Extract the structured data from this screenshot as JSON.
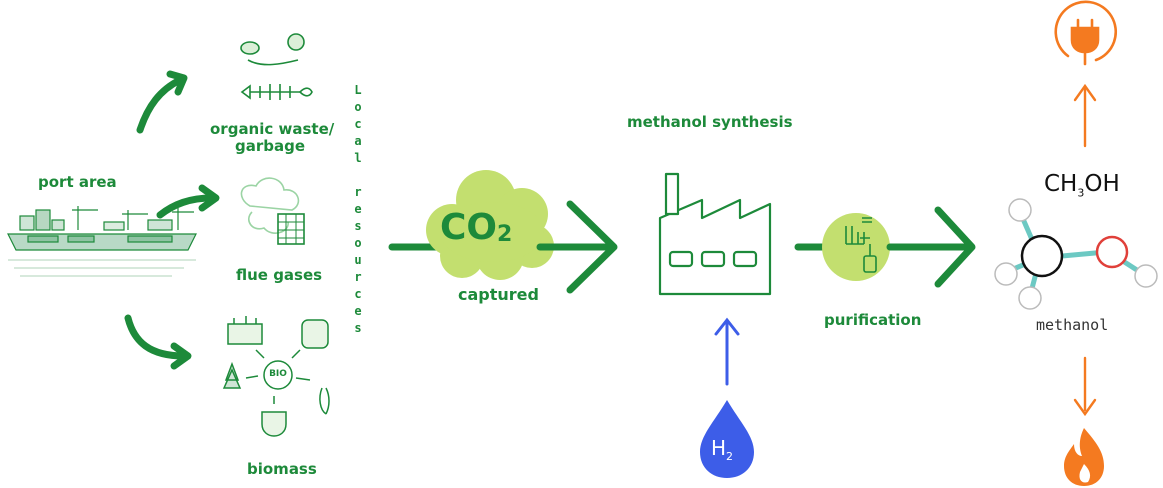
{
  "sources": {
    "origin": "port area",
    "organic_waste_line1": "organic waste/",
    "organic_waste_line2": "garbage",
    "flue_gases": "flue gases",
    "biomass": "biomass",
    "biomass_hub": "BIO"
  },
  "local_resources": {
    "word1": "Local",
    "word2": "resources"
  },
  "co2": {
    "symbol": "CO",
    "subscript": "2",
    "caption": "captured"
  },
  "synthesis": {
    "title": "methanol synthesis"
  },
  "hydrogen": {
    "symbol": "H",
    "subscript": "2"
  },
  "purification": {
    "label": "purification"
  },
  "product": {
    "formula_a": "CH",
    "formula_sub": "3",
    "formula_b": "OH",
    "name": "methanol"
  },
  "colors": {
    "green": "#1d8a3a",
    "lime": "#c3df6f",
    "orange": "#f47a20",
    "blue": "#3d5de8",
    "red": "#e0403a",
    "teal": "#6cc9c3"
  },
  "icons": {
    "uses_top": "power-plug-icon",
    "uses_bottom": "flame-icon"
  }
}
